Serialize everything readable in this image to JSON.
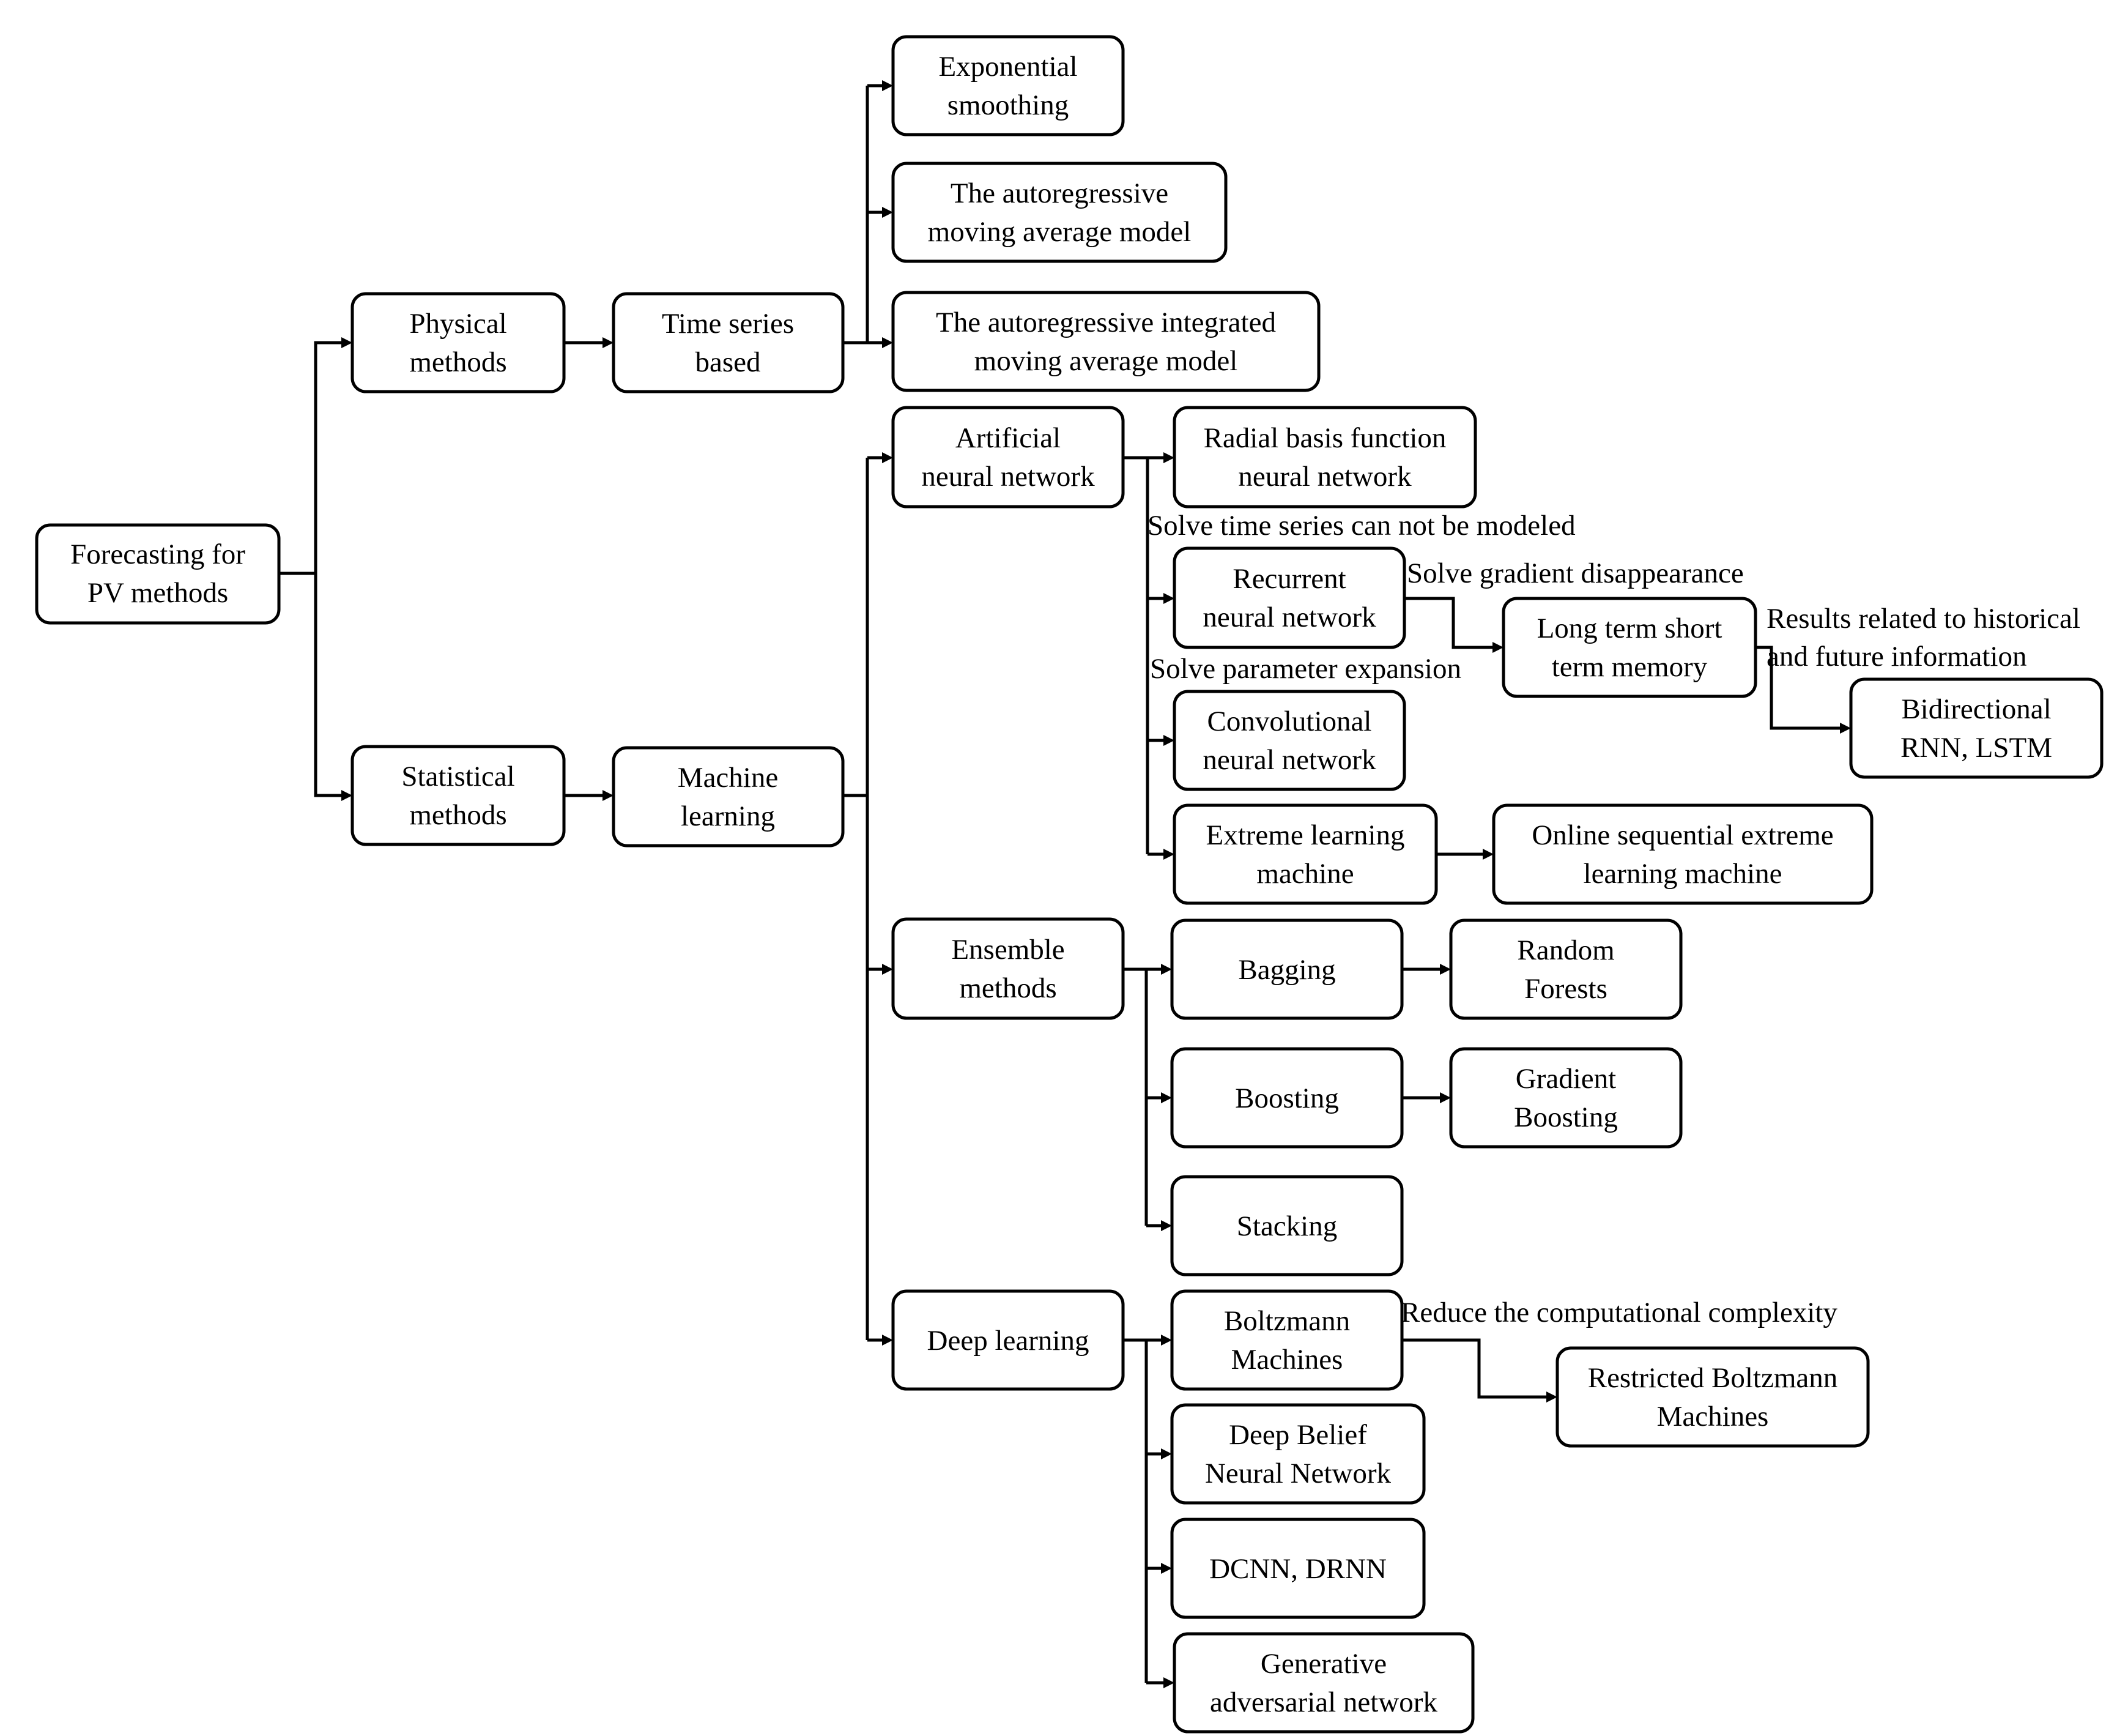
{
  "nodes": [
    {
      "id": "forecasting",
      "lines": [
        "Forecasting for",
        "PV methods"
      ]
    },
    {
      "id": "physical",
      "lines": [
        "Physical",
        "methods"
      ]
    },
    {
      "id": "statistical",
      "lines": [
        "Statistical",
        "methods"
      ]
    },
    {
      "id": "time-series",
      "lines": [
        "Time series",
        "based"
      ]
    },
    {
      "id": "machine-learning",
      "lines": [
        "Machine",
        "learning"
      ]
    },
    {
      "id": "exp-smoothing",
      "lines": [
        "Exponential",
        "smoothing"
      ]
    },
    {
      "id": "arma",
      "lines": [
        "The autoregressive",
        "moving average model"
      ]
    },
    {
      "id": "arima",
      "lines": [
        "The autoregressive integrated",
        "moving average model"
      ]
    },
    {
      "id": "ann",
      "lines": [
        "Artificial",
        "neural network"
      ]
    },
    {
      "id": "ensemble",
      "lines": [
        "Ensemble",
        "methods"
      ]
    },
    {
      "id": "deep-learning",
      "lines": [
        "Deep learning"
      ]
    },
    {
      "id": "rbf",
      "lines": [
        "Radial basis function",
        "neural network"
      ]
    },
    {
      "id": "rnn",
      "lines": [
        "Recurrent",
        "neural network"
      ]
    },
    {
      "id": "lstm",
      "lines": [
        "Long term short",
        "term memory"
      ]
    },
    {
      "id": "bidirectional",
      "lines": [
        "Bidirectional",
        "RNN, LSTM"
      ]
    },
    {
      "id": "cnn",
      "lines": [
        "Convolutional",
        "neural network"
      ]
    },
    {
      "id": "elm",
      "lines": [
        "Extreme learning",
        "machine"
      ]
    },
    {
      "id": "os-elm",
      "lines": [
        "Online sequential extreme",
        "learning machine"
      ]
    },
    {
      "id": "bagging",
      "lines": [
        "Bagging"
      ]
    },
    {
      "id": "random-forests",
      "lines": [
        "Random",
        "Forests"
      ]
    },
    {
      "id": "boosting",
      "lines": [
        "Boosting"
      ]
    },
    {
      "id": "gradient-boosting",
      "lines": [
        "Gradient",
        "Boosting"
      ]
    },
    {
      "id": "stacking",
      "lines": [
        "Stacking"
      ]
    },
    {
      "id": "boltzmann",
      "lines": [
        "Boltzmann",
        "Machines"
      ]
    },
    {
      "id": "rbm",
      "lines": [
        "Restricted Boltzmann",
        "Machines"
      ]
    },
    {
      "id": "dbn",
      "lines": [
        "Deep Belief",
        "Neural Network"
      ]
    },
    {
      "id": "dcnn-drnn",
      "lines": [
        "DCNN, DRNN"
      ]
    },
    {
      "id": "gan",
      "lines": [
        "Generative",
        "adversarial network"
      ]
    }
  ],
  "edges": [
    {
      "from": "forecasting",
      "to": "physical"
    },
    {
      "from": "forecasting",
      "to": "statistical"
    },
    {
      "from": "physical",
      "to": "time-series"
    },
    {
      "from": "statistical",
      "to": "machine-learning"
    },
    {
      "from": "time-series",
      "to": "exp-smoothing"
    },
    {
      "from": "time-series",
      "to": "arma"
    },
    {
      "from": "time-series",
      "to": "arima"
    },
    {
      "from": "machine-learning",
      "to": "ann"
    },
    {
      "from": "machine-learning",
      "to": "ensemble"
    },
    {
      "from": "machine-learning",
      "to": "deep-learning"
    },
    {
      "from": "ann",
      "to": "rbf"
    },
    {
      "from": "ann",
      "to": "rnn"
    },
    {
      "from": "ann",
      "to": "cnn"
    },
    {
      "from": "ann",
      "to": "elm"
    },
    {
      "from": "rnn",
      "to": "lstm"
    },
    {
      "from": "lstm",
      "to": "bidirectional"
    },
    {
      "from": "elm",
      "to": "os-elm"
    },
    {
      "from": "ensemble",
      "to": "bagging"
    },
    {
      "from": "ensemble",
      "to": "boosting"
    },
    {
      "from": "ensemble",
      "to": "stacking"
    },
    {
      "from": "bagging",
      "to": "random-forests"
    },
    {
      "from": "boosting",
      "to": "gradient-boosting"
    },
    {
      "from": "deep-learning",
      "to": "boltzmann"
    },
    {
      "from": "deep-learning",
      "to": "dbn"
    },
    {
      "from": "deep-learning",
      "to": "dcnn-drnn"
    },
    {
      "from": "deep-learning",
      "to": "gan"
    },
    {
      "from": "boltzmann",
      "to": "rbm"
    }
  ],
  "edge_labels": {
    "rnn_motivation": "Solve time series can not be modeled",
    "lstm_motivation": "Solve gradient disappearance",
    "cnn_motivation": "Solve parameter expansion",
    "bidirectional_motivation": [
      "Results related to historical",
      "and future information"
    ],
    "rbm_motivation": "Reduce the computational complexity"
  }
}
